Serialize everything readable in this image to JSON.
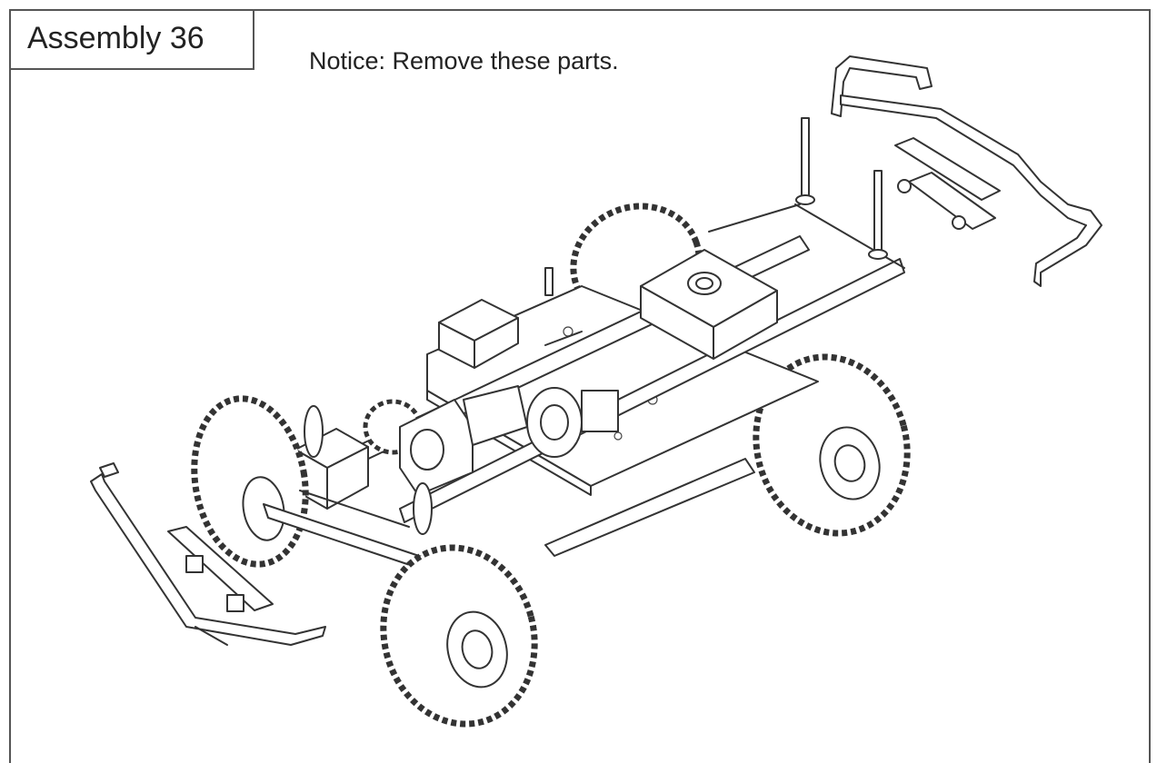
{
  "header": {
    "title": "Assembly 36",
    "notice": "Notice: Remove these parts."
  },
  "diagram": {
    "subject": "RC crawler chassis with front and rear bumpers",
    "colors": {
      "line": "#333333",
      "background": "#ffffff"
    }
  }
}
